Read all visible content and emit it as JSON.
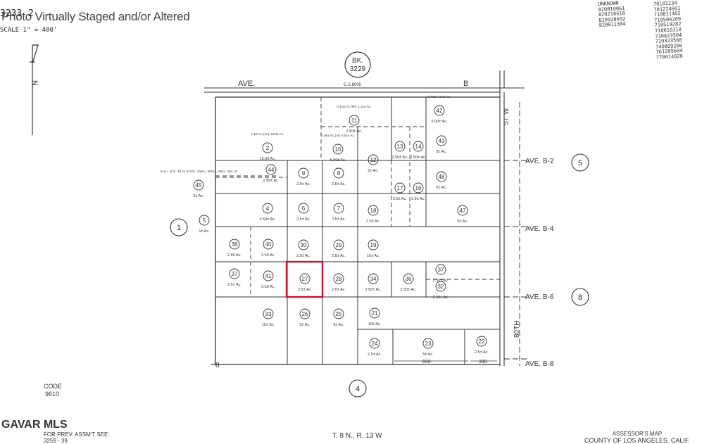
{
  "watermark": "Photo Virtually Staged and/or Altered",
  "brand": "GAVAR MLS",
  "header": {
    "book_left": "3233",
    "page_left": "2",
    "scale": "SCALE 1\" = 400'"
  },
  "book": {
    "label": "BK.",
    "number": "3229"
  },
  "north": "N",
  "streets": {
    "ave_b": "AVE.",
    "ave_b_suffix": "B",
    "st_w": "ST. W.",
    "eightieth": "80TH",
    "cs": "C.S.8005",
    "b2": "AVE. B-2",
    "b4": "AVE. B-4",
    "b6": "AVE. B-6",
    "b8": "AVE. B-8"
  },
  "adjacent_pages": {
    "left": "1",
    "right_top": "5",
    "right_bottom": "8",
    "bottom": "4"
  },
  "parcels": [
    {
      "id": "2",
      "area": "15.00 Ac.",
      "note": "1.18 Ac.(Ac)  13.8± Ac."
    },
    {
      "id": "10",
      "area": "5.00± Ac.",
      "note": "0.38± Ac.(Al) 4.62± Ac."
    },
    {
      "id": "11",
      "area": "2.50± Ac.",
      "note": "0.10± Ac.(Rf) 2.12± Ac."
    },
    {
      "id": "12",
      "area": "5± Ac."
    },
    {
      "id": "13",
      "area": "2.50± Ac."
    },
    {
      "id": "14",
      "area": "2.50± Ac."
    },
    {
      "id": "42",
      "area": "5.00± Ac.",
      "note": "0.76± 4.24± Ac."
    },
    {
      "id": "43",
      "area": "5± Ac."
    },
    {
      "id": "44",
      "area": "2.50± Ac."
    },
    {
      "id": "9",
      "area": "2.5± Ac."
    },
    {
      "id": "8",
      "area": "2.5± Ac."
    },
    {
      "id": "17",
      "area": "2.5± Ac."
    },
    {
      "id": "16",
      "area": "2.5± Ac."
    },
    {
      "id": "48",
      "area": "5± Ac."
    },
    {
      "id": "45",
      "area": "2± Ac.",
      "note": "N.Ln. of S. 33.11 of N½, SW¼, NW¼, NE¼, Sec. 8"
    },
    {
      "id": "4",
      "area": "4.50± Ac."
    },
    {
      "id": "6",
      "area": "2.5± Ac."
    },
    {
      "id": "7",
      "area": "2.5± Ac."
    },
    {
      "id": "18",
      "area": "2.5± Ac."
    },
    {
      "id": "47",
      "area": "5± Ac."
    },
    {
      "id": "5",
      "area": "1± Ac."
    },
    {
      "id": "38",
      "area": "2.50 Ac."
    },
    {
      "id": "40",
      "area": "2.50 Ac."
    },
    {
      "id": "30",
      "area": "2.5± Ac."
    },
    {
      "id": "29",
      "area": "2.5± Ac."
    },
    {
      "id": "19",
      "area": "10± Ac."
    },
    {
      "id": "37",
      "area": "2.5± Ac."
    },
    {
      "id": "41",
      "area": "2.50 Ac."
    },
    {
      "id": "27",
      "area": "2.5± Ac.",
      "highlighted": true
    },
    {
      "id": "28",
      "area": "2.5± Ac."
    },
    {
      "id": "34",
      "area": "2.50± Ac."
    },
    {
      "id": "36",
      "area": "2.50± Ac."
    },
    {
      "id": "37b",
      "area": "2.50± Ac."
    },
    {
      "id": "32",
      "area": "2.50± Ac."
    },
    {
      "id": "33",
      "area": "10± Ac."
    },
    {
      "id": "26",
      "area": "5± Ac."
    },
    {
      "id": "25",
      "area": "5± Ac."
    },
    {
      "id": "21",
      "area": "10± Ac."
    },
    {
      "id": "24",
      "area": "2.5± Ac."
    },
    {
      "id": "23",
      "area": "5± Ac."
    },
    {
      "id": "22",
      "area": "2.5± Ac."
    }
  ],
  "dimensions": {
    "d660": "660",
    "d330": "330"
  },
  "section_corner": "8",
  "code": {
    "label": "CODE",
    "value": "9610"
  },
  "prev": {
    "line1": "FOR PREV. ASSM'T SEE:",
    "line2": "3259 - 39"
  },
  "township": "T. 8 N., R. 13 W",
  "assessor": {
    "line1": "ASSESSOR'S MAP",
    "line2": "COUNTY OF LOS ANGELES, CALIF."
  },
  "records": [
    "UNKNOWN",
    "820810061",
    "820218618",
    "820928602",
    "820812304"
  ],
  "records2": [
    "70101234",
    "701224601",
    "710811402",
    "710506209",
    "710519282",
    "710610310",
    "710823504",
    "720323560",
    "740809206",
    "761209604",
    "770614820"
  ],
  "colors": {
    "ink": "#333333",
    "highlight": "#c8102e",
    "paper": "#ffffff"
  }
}
